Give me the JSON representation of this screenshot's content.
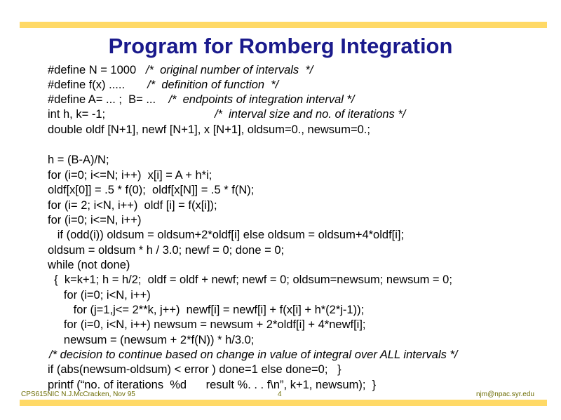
{
  "colors": {
    "accent_bar": "#ffd966",
    "title": "#1a1a8c",
    "footer": "#6b6b00"
  },
  "title": "Program for Romberg Integration",
  "code_lines": [
    {
      "code": "#define N = 1000   ",
      "comment": "/*  original number of intervals  */"
    },
    {
      "code": "#define f(x) .....       ",
      "comment": "/*  definition of function  */"
    },
    {
      "code": "#define A= ... ;  B= ...    ",
      "comment": "/*  endpoints of integration interval */"
    },
    {
      "code": "int h, k= -1;                                  ",
      "comment": "/*  interval size and no. of iterations */"
    },
    {
      "code": "double oldf [N+1], newf [N+1], x [N+1], oldsum=0., newsum=0.;",
      "comment": ""
    },
    {
      "code": "",
      "comment": ""
    },
    {
      "code": "h = (B-A)/N;",
      "comment": ""
    },
    {
      "code": "for (i=0; i<=N; i++)  x[i] = A + h*i;",
      "comment": ""
    },
    {
      "code": "oldf[x[0]] = .5 * f(0);  oldf[x[N]] = .5 * f(N);",
      "comment": ""
    },
    {
      "code": "for (i= 2; i<N, i++)  oldf [i] = f(x[i]);",
      "comment": ""
    },
    {
      "code": "for (i=0; i<=N, i++)",
      "comment": ""
    },
    {
      "code": "   if (odd(i)) oldsum = oldsum+2*oldf[i] else oldsum = oldsum+4*oldf[i];",
      "comment": ""
    },
    {
      "code": "oldsum = oldsum * h / 3.0; newf = 0; done = 0;",
      "comment": ""
    },
    {
      "code": "while (not done)",
      "comment": ""
    },
    {
      "code": "  {  k=k+1; h = h/2;  oldf = oldf + newf; newf = 0; oldsum=newsum; newsum = 0;",
      "comment": ""
    },
    {
      "code": "     for (i=0; i<N, i++)",
      "comment": ""
    },
    {
      "code": "        for (j=1,j<= 2**k, j++)  newf[i] = newf[i] + f(x[i] + h*(2*j-1));",
      "comment": ""
    },
    {
      "code": "     for (i=0, i<N, i++) newsum = newsum + 2*oldf[i] + 4*newf[i];",
      "comment": ""
    },
    {
      "code": "     newsum = (newsum + 2*f(N)) * h/3.0;",
      "comment": ""
    },
    {
      "code": "",
      "comment": "/* decision to continue based on change in value of integral over ALL intervals */"
    },
    {
      "code": "if (abs(newsum-oldsum) < error ) done=1 else done=0;   }",
      "comment": ""
    },
    {
      "code": "printf (“no. of iterations  %d      result %. . . f\\n”, k+1, newsum);  }",
      "comment": ""
    }
  ],
  "footer": {
    "left": "CPS615NIC N.J.McCracken, Nov 95",
    "page_number": "4",
    "right": "njm@npac.syr.edu"
  }
}
